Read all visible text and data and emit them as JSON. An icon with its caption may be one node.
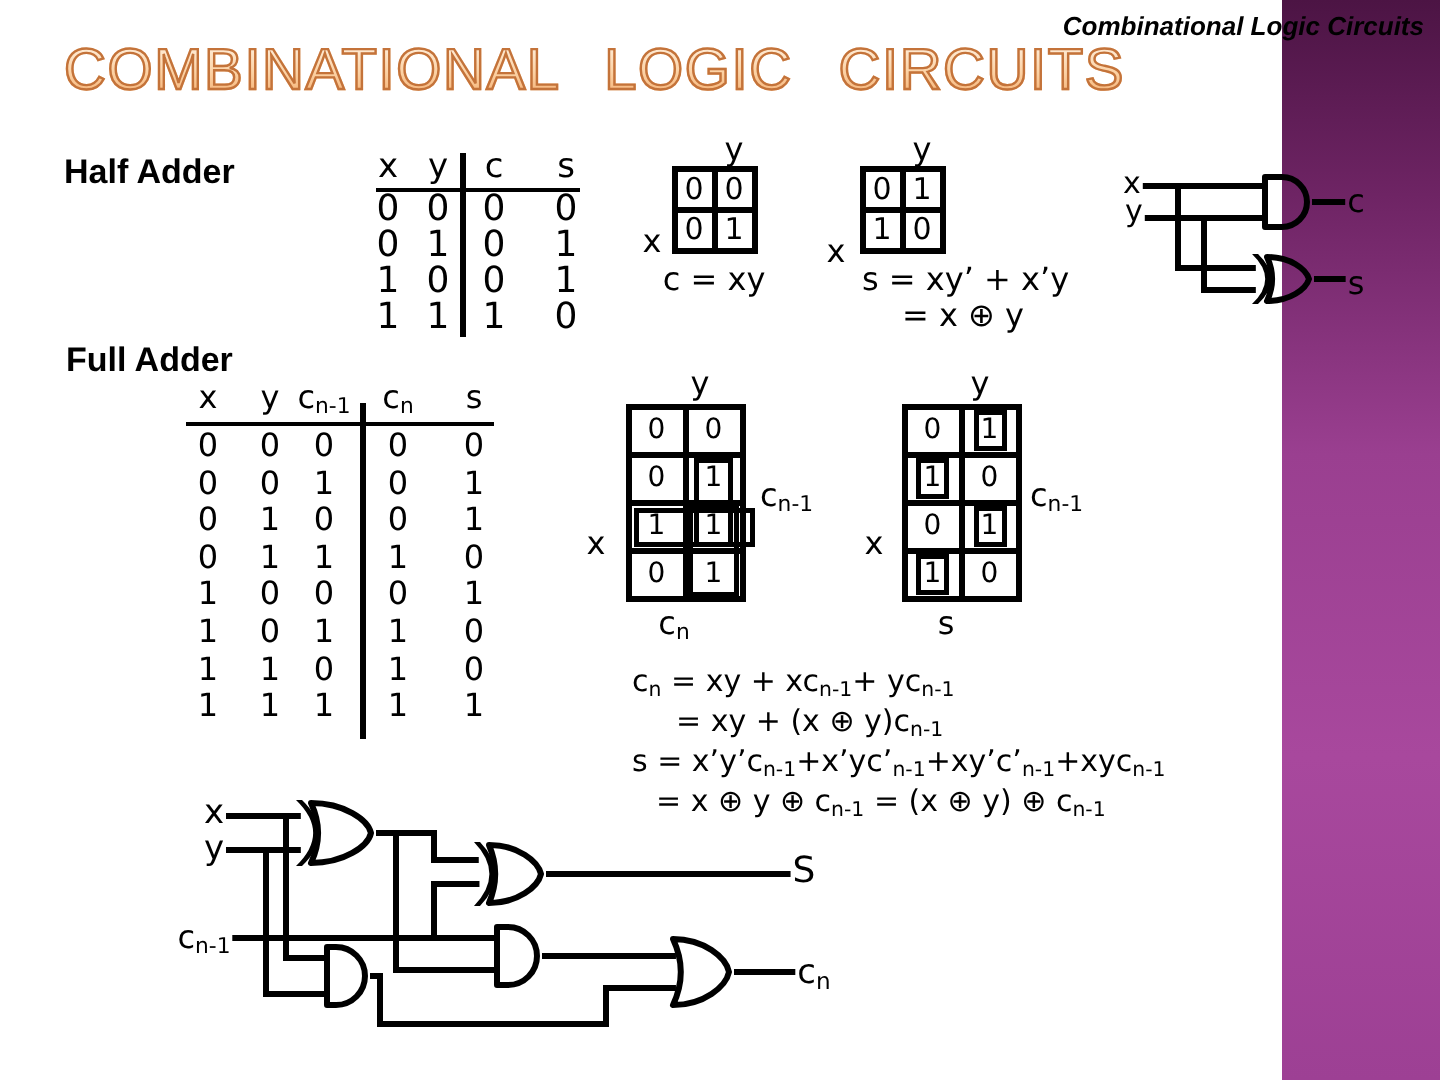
{
  "diagram": {
    "title": "COMBINATIONAL LOGIC CIRCUITS",
    "nodes": [
      {
        "text": [
          "x"
        ]
      },
      {
        "text": [
          "y"
        ]
      },
      {
        "text": [],
        "shape": "and-gate"
      },
      {
        "text": [],
        "shape": "xor-gate"
      },
      {
        "text": [
          "c"
        ]
      },
      {
        "text": [
          "s"
        ]
      },
      {
        "text": [
          "x"
        ]
      },
      {
        "text": [
          "y"
        ]
      },
      {
        "text": [
          "c$_{n-1}$"
        ]
      },
      {
        "text": [],
        "shape": "xor-gate"
      },
      {
        "text": [],
        "shape": "and-gate"
      },
      {
        "text": [],
        "shape": "xor-gate"
      },
      {
        "text": [],
        "shape": "and-gate"
      },
      {
        "text": [],
        "shape": "or-gate"
      },
      {
        "text": [
          "S"
        ]
      },
      {
        "text": [
          "c$_{n}$"
        ]
      }
    ],
    "edges": [
      {
        "from": 0,
        "to": 2,
        "arrow": "none"
      },
      {
        "from": 0,
        "to": 3,
        "arrow": "none"
      },
      {
        "from": 1,
        "to": 2,
        "arrow": "none"
      },
      {
        "from": 1,
        "to": 3,
        "arrow": "none"
      },
      {
        "from": 2,
        "to": 4,
        "arrow": "none"
      },
      {
        "from": 3,
        "to": 5,
        "arrow": "none"
      },
      {
        "from": 6,
        "to": 9,
        "arrow": "none"
      },
      {
        "from": 6,
        "to": 10,
        "arrow": "none"
      },
      {
        "from": 7,
        "to": 9,
        "arrow": "none"
      },
      {
        "from": 7,
        "to": 10,
        "arrow": "none"
      },
      {
        "from": 9,
        "to": 11,
        "arrow": "none"
      },
      {
        "from": 9,
        "to": 12,
        "arrow": "none"
      },
      {
        "from": 8,
        "to": 11,
        "arrow": "none"
      },
      {
        "from": 8,
        "to": 12,
        "arrow": "none"
      },
      {
        "from": 10,
        "to": 13,
        "arrow": "none"
      },
      {
        "from": 12,
        "to": 13,
        "arrow": "none"
      },
      {
        "from": 11,
        "to": 14,
        "arrow": "none"
      },
      {
        "from": 13,
        "to": 15,
        "arrow": "none"
      }
    ],
    "labels": [
      "Combinational Logic Circuits",
      "Half Adder",
      "x",
      "y",
      "c",
      "s",
      "0",
      "0",
      "0",
      "0",
      "0",
      "1",
      "0",
      "1",
      "1",
      "0",
      "0",
      "1",
      "1",
      "1",
      "1",
      "0",
      "y",
      "0",
      "0",
      "0",
      "1",
      "x",
      "c = xy",
      "y",
      "0",
      "1",
      "1",
      "0",
      "x",
      "s = xy’ + x’y",
      "= x ⊕ y",
      "Full Adder",
      "x",
      "y",
      "c$_{n-1}$",
      "c$_{n}$",
      "s",
      "0",
      "0",
      "0",
      "0",
      "0",
      "0",
      "0",
      "1",
      "0",
      "1",
      "0",
      "1",
      "0",
      "0",
      "1",
      "0",
      "1",
      "1",
      "1",
      "0",
      "1",
      "0",
      "0",
      "0",
      "1",
      "1",
      "0",
      "1",
      "1",
      "0",
      "1",
      "1",
      "0",
      "1",
      "0",
      "1",
      "1",
      "1",
      "1",
      "1",
      "y",
      "0",
      "0",
      "0",
      "1",
      "1",
      "1",
      "0",
      "1",
      "c$_{n-1}$",
      "x",
      "c$_{n}$",
      "y",
      "0",
      "1",
      "1",
      "0",
      "0",
      "1",
      "1",
      "0",
      "c$_{n-1}$",
      "x",
      "s",
      "c$_{n}$ = xy + xc$_{n-1}$+ yc$_{n-1}$",
      "= xy + (x ⊕ y)c$_{n-1}$",
      "s = x’y’c$_{n-1}$+x’yc’$_{n-1}$+xy’c’$_{n-1}$+xyc$_{n-1}$",
      "= x ⊕ y ⊕ c$_{n-1}$ = (x ⊕ y) ⊕ c$_{n-1}$"
    ]
  }
}
